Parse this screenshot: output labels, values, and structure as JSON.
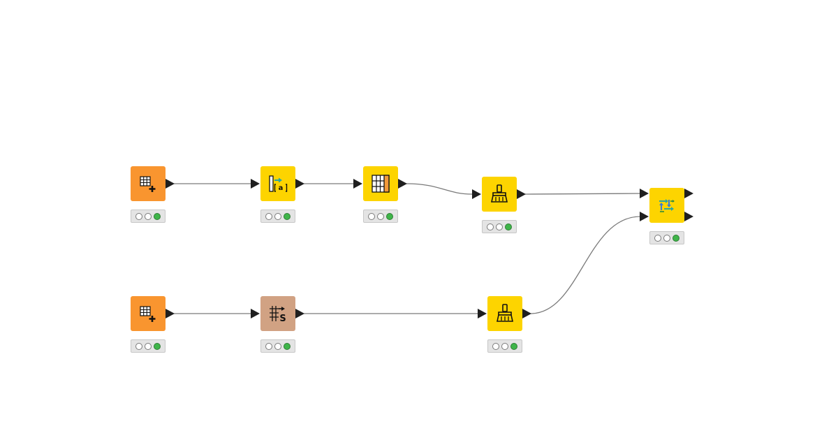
{
  "workflow": {
    "nodes": [
      {
        "id": "n1",
        "kind": "source",
        "icon": "table-creator-icon",
        "color": "#f9952f",
        "ports": {
          "in": 0,
          "out": 1
        },
        "status": "executed"
      },
      {
        "id": "n2",
        "kind": "manip",
        "icon": "column-rename-icon",
        "color": "#fdd400",
        "ports": {
          "in": 1,
          "out": 1
        },
        "status": "executed"
      },
      {
        "id": "n3",
        "kind": "manip",
        "icon": "column-filter-icon",
        "color": "#fdd400",
        "ports": {
          "in": 1,
          "out": 1
        },
        "status": "executed"
      },
      {
        "id": "n4",
        "kind": "manip",
        "icon": "cleaning-broom-icon",
        "color": "#fdd400",
        "ports": {
          "in": 1,
          "out": 1
        },
        "status": "executed"
      },
      {
        "id": "n5",
        "kind": "manip",
        "icon": "transpose-compare-icon",
        "color": "#fdd400",
        "ports": {
          "in": 2,
          "out": 2
        },
        "status": "executed"
      },
      {
        "id": "n6",
        "kind": "source",
        "icon": "table-creator-icon",
        "color": "#f9952f",
        "ports": {
          "in": 0,
          "out": 1
        },
        "status": "executed"
      },
      {
        "id": "n7",
        "kind": "other",
        "icon": "string-to-table-icon",
        "color": "#d1a283",
        "ports": {
          "in": 1,
          "out": 1
        },
        "status": "executed"
      },
      {
        "id": "n8",
        "kind": "manip",
        "icon": "cleaning-broom-icon",
        "color": "#fdd400",
        "ports": {
          "in": 1,
          "out": 1
        },
        "status": "executed"
      }
    ],
    "connections": [
      {
        "from": "n1",
        "to": "n2"
      },
      {
        "from": "n2",
        "to": "n3"
      },
      {
        "from": "n3",
        "to": "n4"
      },
      {
        "from": "n4",
        "to": "n5",
        "to_port": 1
      },
      {
        "from": "n6",
        "to": "n7"
      },
      {
        "from": "n7",
        "to": "n8"
      },
      {
        "from": "n8",
        "to": "n5",
        "to_port": 2
      }
    ],
    "colors": {
      "source": "#f9952f",
      "manipulator": "#fdd400",
      "other": "#d1a283",
      "status_ok": "#3fb549",
      "port": "#1f1f1f",
      "connection": "#7a7a7a"
    }
  }
}
